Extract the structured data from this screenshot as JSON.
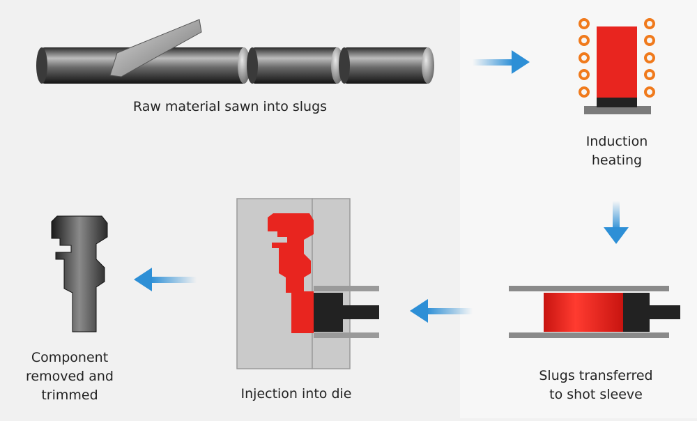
{
  "steps": [
    {
      "id": "saw",
      "label": "Raw material sawn into slugs"
    },
    {
      "id": "heat",
      "label": "Induction\nheating"
    },
    {
      "id": "sleeve",
      "label": "Slugs transferred\nto shot sleeve"
    },
    {
      "id": "die",
      "label": "Injection into die"
    },
    {
      "id": "trim",
      "label": "Component\nremoved and\ntrimmed"
    }
  ],
  "colors": {
    "hot_metal": "#e8251f",
    "arrow": "#2d8fd6",
    "steel_dark": "#222222",
    "die_block": "#cacaca",
    "coil": "#f07a1c"
  }
}
